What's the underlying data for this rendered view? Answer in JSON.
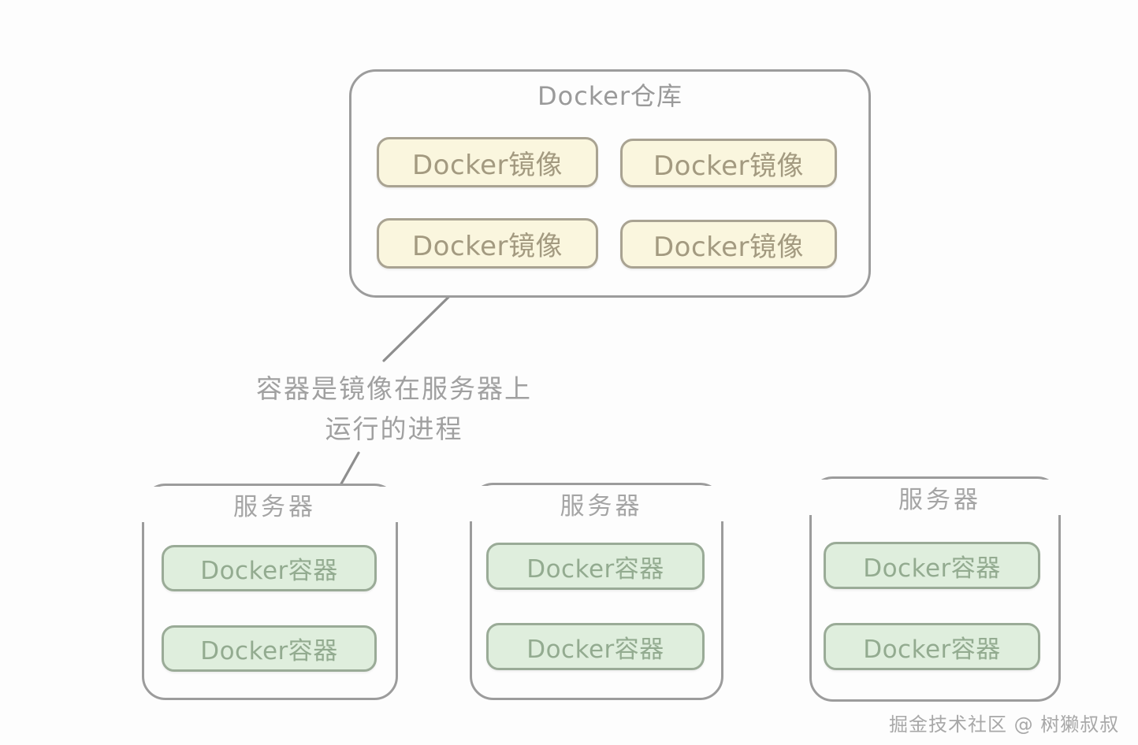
{
  "diagram": {
    "repository": {
      "title": "Docker仓库",
      "images": [
        {
          "label": "Docker镜像"
        },
        {
          "label": "Docker镜像"
        },
        {
          "label": "Docker镜像"
        },
        {
          "label": "Docker镜像"
        }
      ]
    },
    "annotation": {
      "line1": "容器是镜像在服务器上",
      "line2": "运行的进程"
    },
    "servers": [
      {
        "title": "服务器",
        "containers": [
          {
            "label": "Docker容器"
          },
          {
            "label": "Docker容器"
          }
        ]
      },
      {
        "title": "服务器",
        "containers": [
          {
            "label": "Docker容器"
          },
          {
            "label": "Docker容器"
          }
        ]
      },
      {
        "title": "服务器",
        "containers": [
          {
            "label": "Docker容器"
          },
          {
            "label": "Docker容器"
          }
        ]
      }
    ],
    "watermark": "掘金技术社区 @ 树獭叔叔",
    "colors": {
      "background": "#fdfdfd",
      "outline": "#9c9c9c",
      "image_fill": "#faf6de",
      "image_border": "#a9a392",
      "image_text": "#a39a80",
      "container_fill": "#dfeedd",
      "container_border": "#9aab97",
      "container_text": "#93ab90",
      "label_text": "#a0a0a0",
      "connector": "#8e8e8e"
    }
  }
}
